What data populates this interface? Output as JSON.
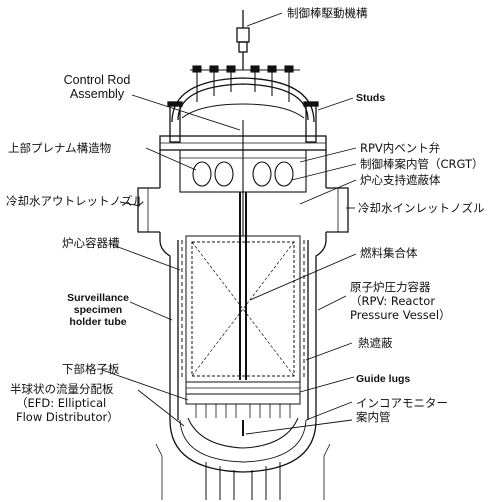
{
  "labels": {
    "crdm": "制御棒駆動機構",
    "control_rod_assembly_1": "Control Rod",
    "control_rod_assembly_2": "Assembly",
    "studs": "Studs",
    "upper_plenum": "上部プレナム構造物",
    "rpv_vent_valve": "RPV内ベント弁",
    "crgt": "制御棒案内管（CRGT）",
    "core_support_shield": "炉心支持遮蔽体",
    "outlet_nozzle": "冷却水アウトレットノズル",
    "inlet_nozzle": "冷却水インレットノズル",
    "core_barrel": "炉心容器槽",
    "fuel_assembly": "燃料集合体",
    "rpv_1": "原子炉圧力容器",
    "rpv_2": "（RPV: Reactor",
    "rpv_3": "Pressure Vessel）",
    "surveillance_1": "Surveillance",
    "surveillance_2": "specimen",
    "surveillance_3": "holder tube",
    "thermal_shield": "熱遮蔽",
    "guide_lugs": "Guide lugs",
    "lower_grid": "下部格子板",
    "efd_1": "半球状の流量分配板",
    "efd_2": "（EFD: Elliptical",
    "efd_3": "Flow Distributor）",
    "incore_1": "インコアモニター",
    "incore_2": "案内管"
  }
}
